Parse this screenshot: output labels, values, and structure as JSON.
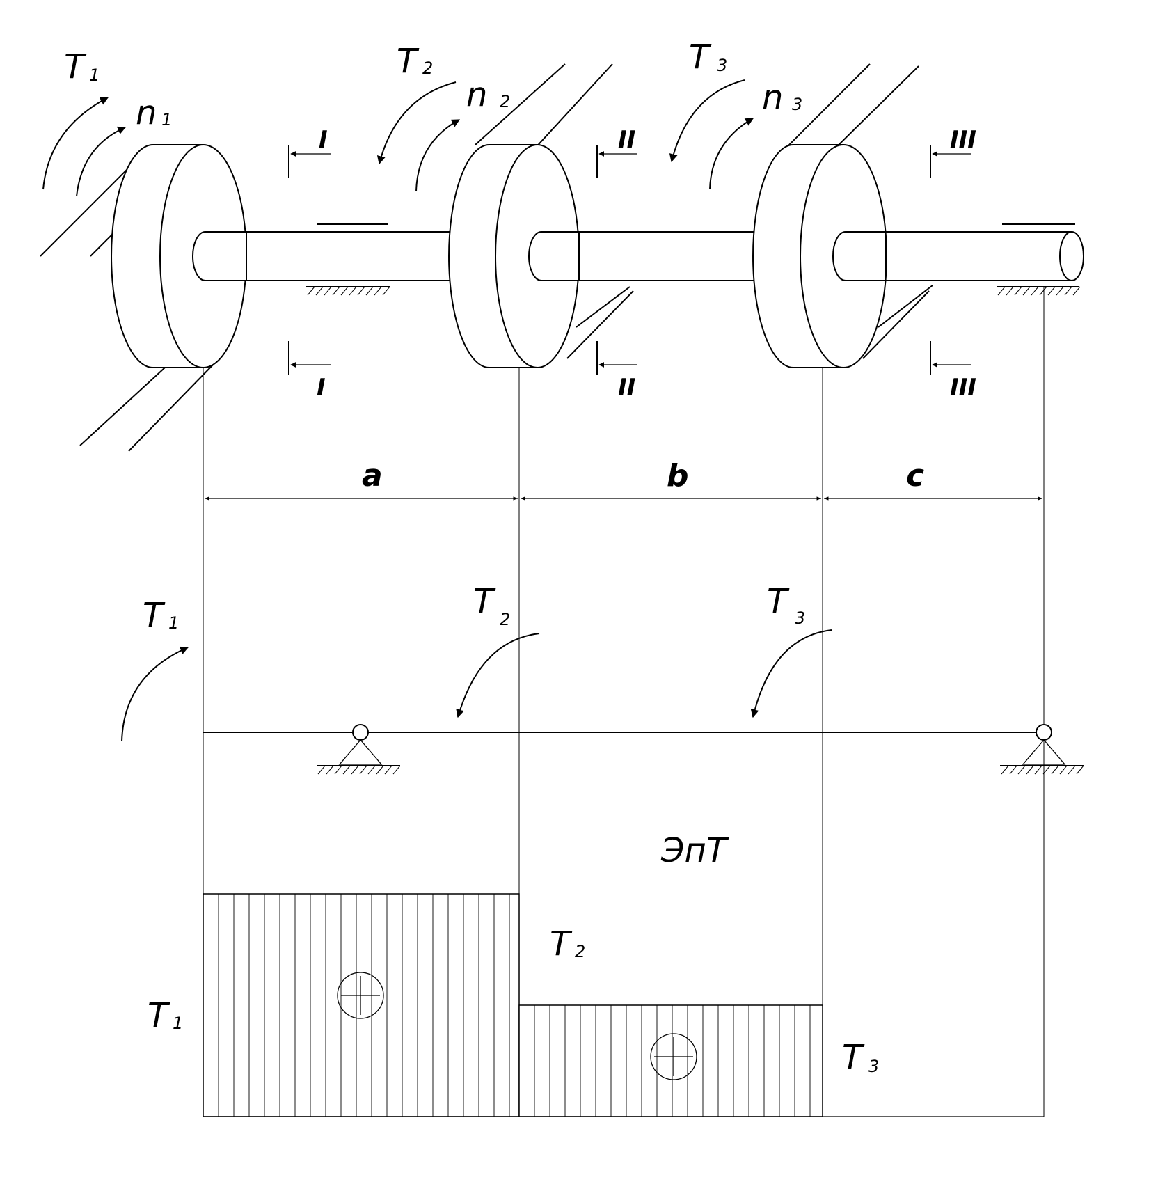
{
  "labels": {
    "T": "T",
    "n": "n",
    "sub1": "1",
    "sub2": "2",
    "sub3": "3",
    "sec1": "I",
    "sec2": "II",
    "sec3": "III",
    "dim_a": "a",
    "dim_b": "b",
    "dim_c": "c",
    "diagram_title": "ЭпT",
    "plus": "+"
  },
  "diagram": {
    "torque_steps": [
      {
        "segment": "a",
        "sign": "+",
        "level": 1.0
      },
      {
        "segment": "b",
        "sign": "+",
        "level": 0.5
      },
      {
        "segment": "c",
        "sign": "0",
        "level": 0.0
      }
    ]
  }
}
